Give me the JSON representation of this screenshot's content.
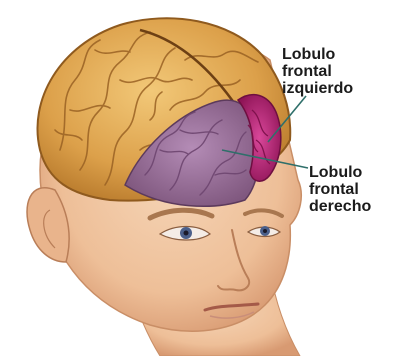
{
  "labels": {
    "left_frontal_lobe": [
      "Lobulo",
      "frontal",
      "izquierdo"
    ],
    "right_frontal_lobe": [
      "Lobulo",
      "frontal",
      "derecho"
    ]
  },
  "colors": {
    "brain": "#e2a84f",
    "right_frontal_lobe": "#9a6e9e",
    "left_frontal_lobe": "#b8287a",
    "skin": "#f0c8a4",
    "leader_line": "#2f6f6a"
  }
}
